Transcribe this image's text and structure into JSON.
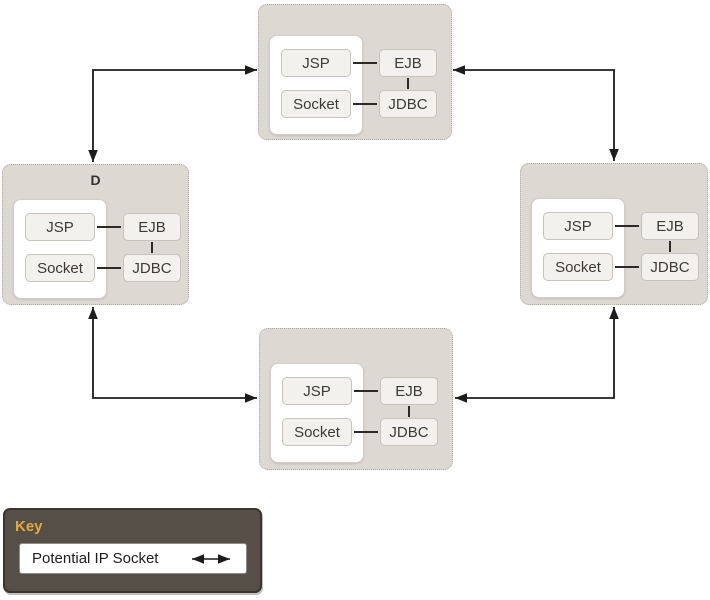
{
  "diagram": {
    "title": "",
    "nodes": [
      {
        "id": "top",
        "label": "",
        "components": [
          "JSP",
          "Socket",
          "EJB",
          "JDBC"
        ]
      },
      {
        "id": "left",
        "label": "D",
        "components": [
          "JSP",
          "Socket",
          "EJB",
          "JDBC"
        ]
      },
      {
        "id": "right",
        "label": "",
        "components": [
          "JSP",
          "Socket",
          "EJB",
          "JDBC"
        ]
      },
      {
        "id": "bottom",
        "label": "",
        "components": [
          "JSP",
          "Socket",
          "EJB",
          "JDBC"
        ]
      }
    ],
    "internal_links": [
      {
        "from": "JSP",
        "to": "EJB"
      },
      {
        "from": "Socket",
        "to": "JDBC"
      },
      {
        "from": "EJB",
        "to": "JDBC"
      }
    ],
    "connections": [
      {
        "from": "left",
        "to": "top",
        "type": "potential-ip-socket",
        "bidirectional": true
      },
      {
        "from": "top",
        "to": "right",
        "type": "potential-ip-socket",
        "bidirectional": true
      },
      {
        "from": "left",
        "to": "bottom",
        "type": "potential-ip-socket",
        "bidirectional": true
      },
      {
        "from": "bottom",
        "to": "right",
        "type": "potential-ip-socket",
        "bidirectional": true
      }
    ]
  },
  "key": {
    "title": "Key",
    "items": [
      {
        "label": "Potential IP Socket",
        "symbol": "double-headed-arrow"
      }
    ]
  },
  "colors": {
    "node_fill": "#dcd9d3",
    "component_fill": "#f3f1ed",
    "arrow": "#1d1c1a",
    "key_fill": "#554f47",
    "key_title": "#e8a83e"
  }
}
